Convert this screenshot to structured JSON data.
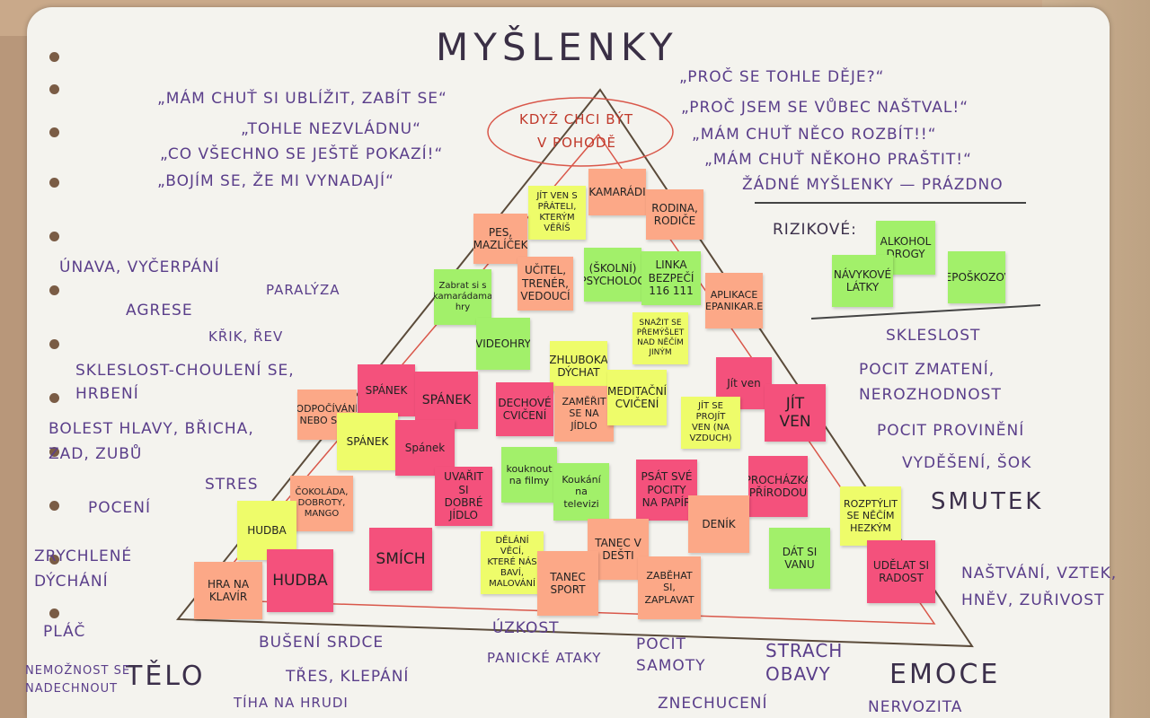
{
  "title": "MYŠLENKY",
  "thoughts_left": [
    "„MÁM CHUŤ SI UBLÍŽIT, ZABÍT SE“",
    "„TOHLE NEZVLÁDNU“",
    "„CO VŠECHNO SE JEŠTĚ POKAZÍ!“",
    "„BOJÍM SE, ŽE MI VYNADAJÍ“"
  ],
  "thoughts_right": [
    "„PROČ SE TOHLE DĚJE?“",
    "„PROČ JSEM SE VŮBEC NAŠTVAL!“",
    "„MÁM CHUŤ NĚCO ROZBÍT!!“",
    "„MÁM CHUŤ NĚKOHO PRAŠTIT!“",
    "ŽÁDNÉ MYŠLENKY — PRÁZDNO"
  ],
  "apex": [
    "KDYŽ CHCI BÝT",
    "V POHODĚ"
  ],
  "rizikove": {
    "label": "RIZIKOVÉ:",
    "notes": [
      "ALKOHOL DROGY",
      "NÁVYKOVÉ LÁTKY",
      "SEBEPOŠKOZOVÁNÍ"
    ]
  },
  "body": {
    "label": "TĚLO",
    "items": [
      "ÚNAVA, VYČERPÁNÍ",
      "PARALÝZA",
      "AGRESE",
      "KŘIK, ŘEV",
      "SKLESLOST-CHOULENÍ SE, HRBENÍ",
      "BOLEST HLAVY, BŘICHA, ZAD, ZUBŮ",
      "POCENÍ",
      "STRES",
      "ZRYCHLENÉ DÝCHÁNÍ",
      "PLÁČ",
      "BUŠENÍ SRDCE",
      "NEMOŽNOST SE NADECHNOUT",
      "TŘES, KLEPÁNÍ",
      "TÍHA NA HRUDI"
    ]
  },
  "emotions": {
    "label": "EMOCE",
    "items": [
      "SKLESLOST",
      "POCIT ZMATENÍ, NEROZHODNOST",
      "POCIT PROVINĚNÍ",
      "VYDĚŠENÍ, ŠOK",
      "SMUTEK",
      "NAŠTVÁNÍ, VZTEK, HNĚV, ZUŘIVOST",
      "ÚZKOST",
      "PANICKÉ ATAKY",
      "POCIT SAMOTY",
      "STRACH OBAVY",
      "ZNECHUCENÍ",
      "NERVOZITA"
    ]
  },
  "notes": [
    "JÍT VEN S PŘÁTELI, KTERÝM VĚŘÍŠ",
    "KAMARÁDI",
    "RODINA, RODIČE",
    "PES, MAZLÍČEK",
    "UČITEL, TRENÉR, VEDOUCÍ",
    "(ŠKOLNÍ) PSYCHOLOG",
    "LINKA BEZPEČÍ 116 111",
    "APLIKACE (NEPANIKAR.EU)",
    "Zabrat si s kamarádama hry",
    "VIDEOHRY",
    "SNAŽIT SE PŘEMÝŠLET NAD NĚČÍM JINÝM",
    "ZHLUBOKA DÝCHAT",
    "SPÁNEK",
    "SPÁNEK",
    "DECHOVÉ CVIČENÍ",
    "ZAMĚŘIT SE NA JÍDLO",
    "MEDITAČNÍ CVIČENÍ",
    "Jít ven",
    "JÍT VEN",
    "ODPOČÍVÁNÍ NEBO SPÁT",
    "SPÁNEK",
    "Spánek",
    "JÍT SE PROJÍT VEN (NA VZDUCH)",
    "UVAŘIT SI DOBRÉ JÍDLO",
    "kouknout na filmy",
    "Koukání na televizi",
    "PSÁT SVÉ POCITY NA PAPÍR",
    "PROCHÁZKA PŘÍRODOU",
    "ČOKOLÁDA, DOBROTY, MANGO",
    "ROZPTÝLIT SE NĚČÍM HEZKÝM",
    "HUDBA",
    "DENÍK",
    "DĚLÁNÍ VĚCÍ, KTERÉ NÁS BAVÍ, MALOVÁNÍ",
    "TANEC V DEŠTI",
    "DÁT SI VANU",
    "UDĚLAT SI RADOST",
    "HRA NA KLAVÍR",
    "HUDBA",
    "SMÍCH",
    "TANEC SPORT",
    "ZABĚHAT SI, ZAPLAVAT"
  ]
}
